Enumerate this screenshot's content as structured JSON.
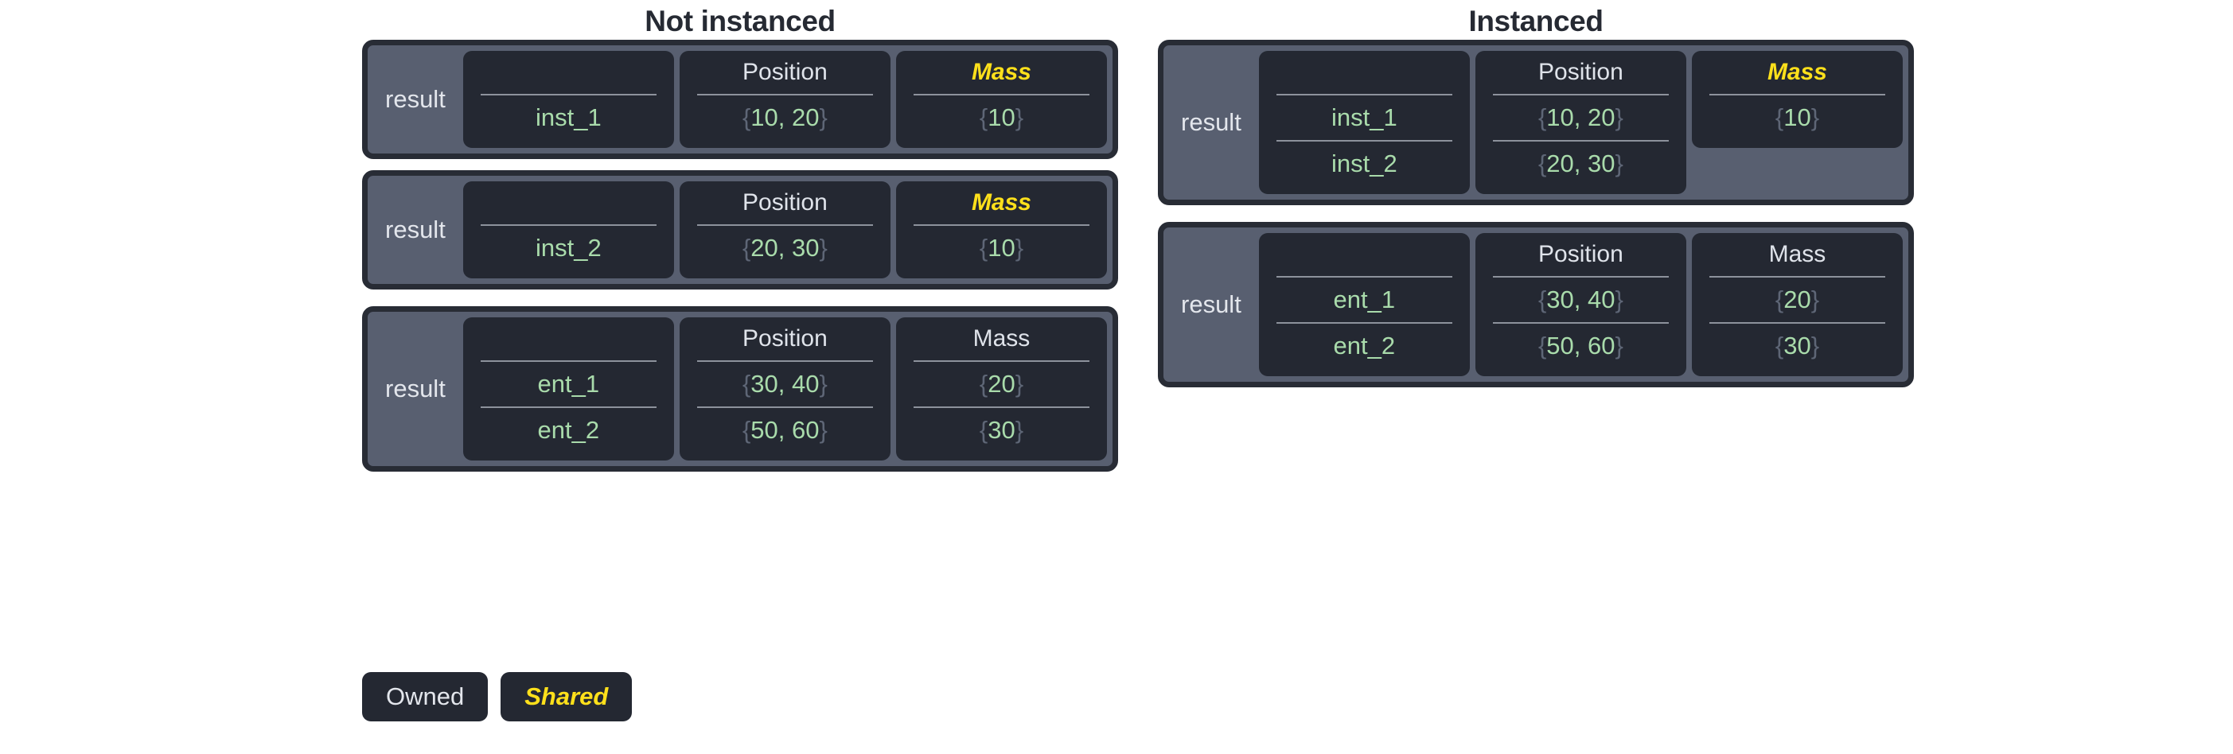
{
  "legend": {
    "owned_label": "Owned",
    "shared_label": "Shared"
  },
  "colors": {
    "page_background": "#ffffff",
    "title_text": "#262a33",
    "card_border": "#282c35",
    "card_background": "#585f70",
    "field_block_background": "#242832",
    "owned_text": "#dfe3ea",
    "shared_text": "#ffe01b",
    "value_text": "#a9dbab",
    "brace_text": "#5e6676",
    "separator": "#8d929c"
  },
  "columns": [
    {
      "title": "Not instanced",
      "tables": [
        {
          "row_label": "result",
          "fields": [
            {
              "header": "",
              "header_blank": true,
              "shared": false,
              "full_height": true,
              "values": [
                "inst_1"
              ]
            },
            {
              "header": "Position",
              "header_blank": false,
              "shared": false,
              "full_height": true,
              "values": [
                "{10, 20}"
              ]
            },
            {
              "header": "Mass",
              "header_blank": false,
              "shared": true,
              "full_height": true,
              "values": [
                "{10}"
              ]
            }
          ]
        },
        {
          "row_label": "result",
          "fields": [
            {
              "header": "",
              "header_blank": true,
              "shared": false,
              "full_height": true,
              "values": [
                "inst_2"
              ]
            },
            {
              "header": "Position",
              "header_blank": false,
              "shared": false,
              "full_height": true,
              "values": [
                "{20, 30}"
              ]
            },
            {
              "header": "Mass",
              "header_blank": false,
              "shared": true,
              "full_height": true,
              "values": [
                "{10}"
              ]
            }
          ]
        },
        {
          "row_label": "result",
          "fields": [
            {
              "header": "",
              "header_blank": true,
              "shared": false,
              "full_height": true,
              "values": [
                "ent_1",
                "ent_2"
              ]
            },
            {
              "header": "Position",
              "header_blank": false,
              "shared": false,
              "full_height": true,
              "values": [
                "{30, 40}",
                "{50, 60}"
              ]
            },
            {
              "header": "Mass",
              "header_blank": false,
              "shared": false,
              "full_height": true,
              "values": [
                "{20}",
                "{30}"
              ]
            }
          ]
        }
      ]
    },
    {
      "title": "Instanced",
      "tables": [
        {
          "row_label": "result",
          "fields": [
            {
              "header": "",
              "header_blank": true,
              "shared": false,
              "full_height": true,
              "values": [
                "inst_1",
                "inst_2"
              ]
            },
            {
              "header": "Position",
              "header_blank": false,
              "shared": false,
              "full_height": true,
              "values": [
                "{10, 20}",
                "{20, 30}"
              ]
            },
            {
              "header": "Mass",
              "header_blank": false,
              "shared": true,
              "full_height": false,
              "values": [
                "{10}"
              ]
            }
          ]
        },
        {
          "row_label": "result",
          "fields": [
            {
              "header": "",
              "header_blank": true,
              "shared": false,
              "full_height": true,
              "values": [
                "ent_1",
                "ent_2"
              ]
            },
            {
              "header": "Position",
              "header_blank": false,
              "shared": false,
              "full_height": true,
              "values": [
                "{30, 40}",
                "{50, 60}"
              ]
            },
            {
              "header": "Mass",
              "header_blank": false,
              "shared": false,
              "full_height": true,
              "values": [
                "{20}",
                "{30}"
              ]
            }
          ]
        }
      ]
    }
  ]
}
